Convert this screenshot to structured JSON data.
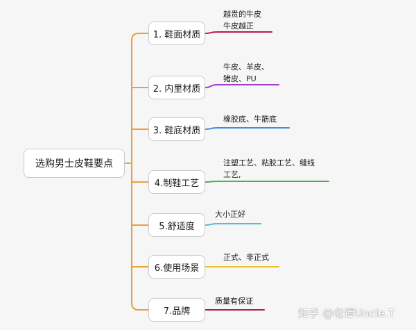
{
  "mindmap": {
    "root": "选购男士皮鞋要点",
    "branch_color": "#e8a040",
    "branches": [
      {
        "label": "1. 鞋面材质",
        "note_lines": [
          "越贵的牛皮",
          "牛皮越正"
        ],
        "line_color": "#c0184a"
      },
      {
        "label": "2. 内里材质",
        "note_lines": [
          "牛皮、羊皮、",
          "猪皮、PU"
        ],
        "line_color": "#a23fc9"
      },
      {
        "label": "3. 鞋底材质",
        "note_lines": [
          "橡胶底、牛筋底"
        ],
        "line_color": "#3b8ee0"
      },
      {
        "label": "4.制鞋工艺",
        "note_lines": [
          "注塑工艺、粘胶工艺、缝线",
          "工艺,"
        ],
        "line_color": "#4cb04c"
      },
      {
        "label": "5.舒适度",
        "note_lines": [
          "大小正好"
        ],
        "line_color": "#5ab8d8"
      },
      {
        "label": "6.使用场景",
        "note_lines": [
          "正式、非正式"
        ],
        "line_color": "#e8c030"
      },
      {
        "label": "7.品牌",
        "note_lines": [
          "质量有保证"
        ],
        "line_color": "#b0185a"
      }
    ]
  },
  "watermark": "知乎 @老谭Uncle.T"
}
